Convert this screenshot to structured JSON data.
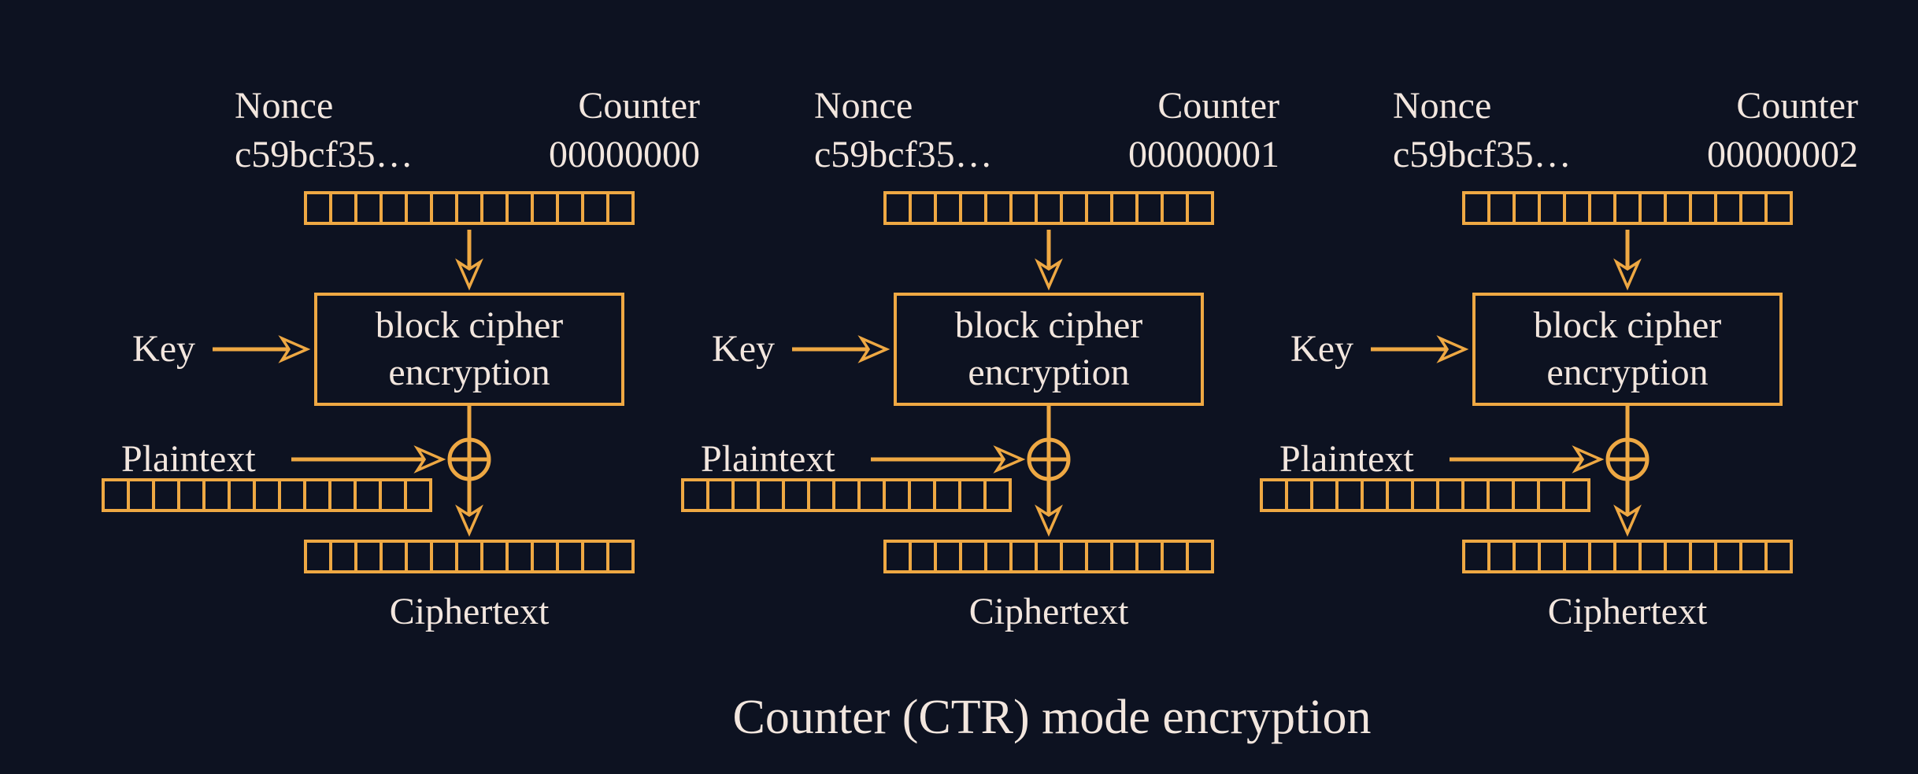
{
  "page": {
    "background": "#0d1221",
    "accent": "#eea843",
    "text_color": "#f2e6de"
  },
  "title": "Counter (CTR) mode encryption",
  "diagram": {
    "bit_cells": 13,
    "blocks": [
      {
        "nonce_label": "Nonce",
        "nonce_value": "c59bcf35…",
        "counter_label": "Counter",
        "counter_value": "00000000",
        "key_label": "Key",
        "cipher_box_line1": "block cipher",
        "cipher_box_line2": "encryption",
        "plaintext_label": "Plaintext",
        "ciphertext_label": "Ciphertext"
      },
      {
        "nonce_label": "Nonce",
        "nonce_value": "c59bcf35…",
        "counter_label": "Counter",
        "counter_value": "00000001",
        "key_label": "Key",
        "cipher_box_line1": "block cipher",
        "cipher_box_line2": "encryption",
        "plaintext_label": "Plaintext",
        "ciphertext_label": "Ciphertext"
      },
      {
        "nonce_label": "Nonce",
        "nonce_value": "c59bcf35…",
        "counter_label": "Counter",
        "counter_value": "00000002",
        "key_label": "Key",
        "cipher_box_line1": "block cipher",
        "cipher_box_line2": "encryption",
        "plaintext_label": "Plaintext",
        "ciphertext_label": "Ciphertext"
      }
    ]
  }
}
